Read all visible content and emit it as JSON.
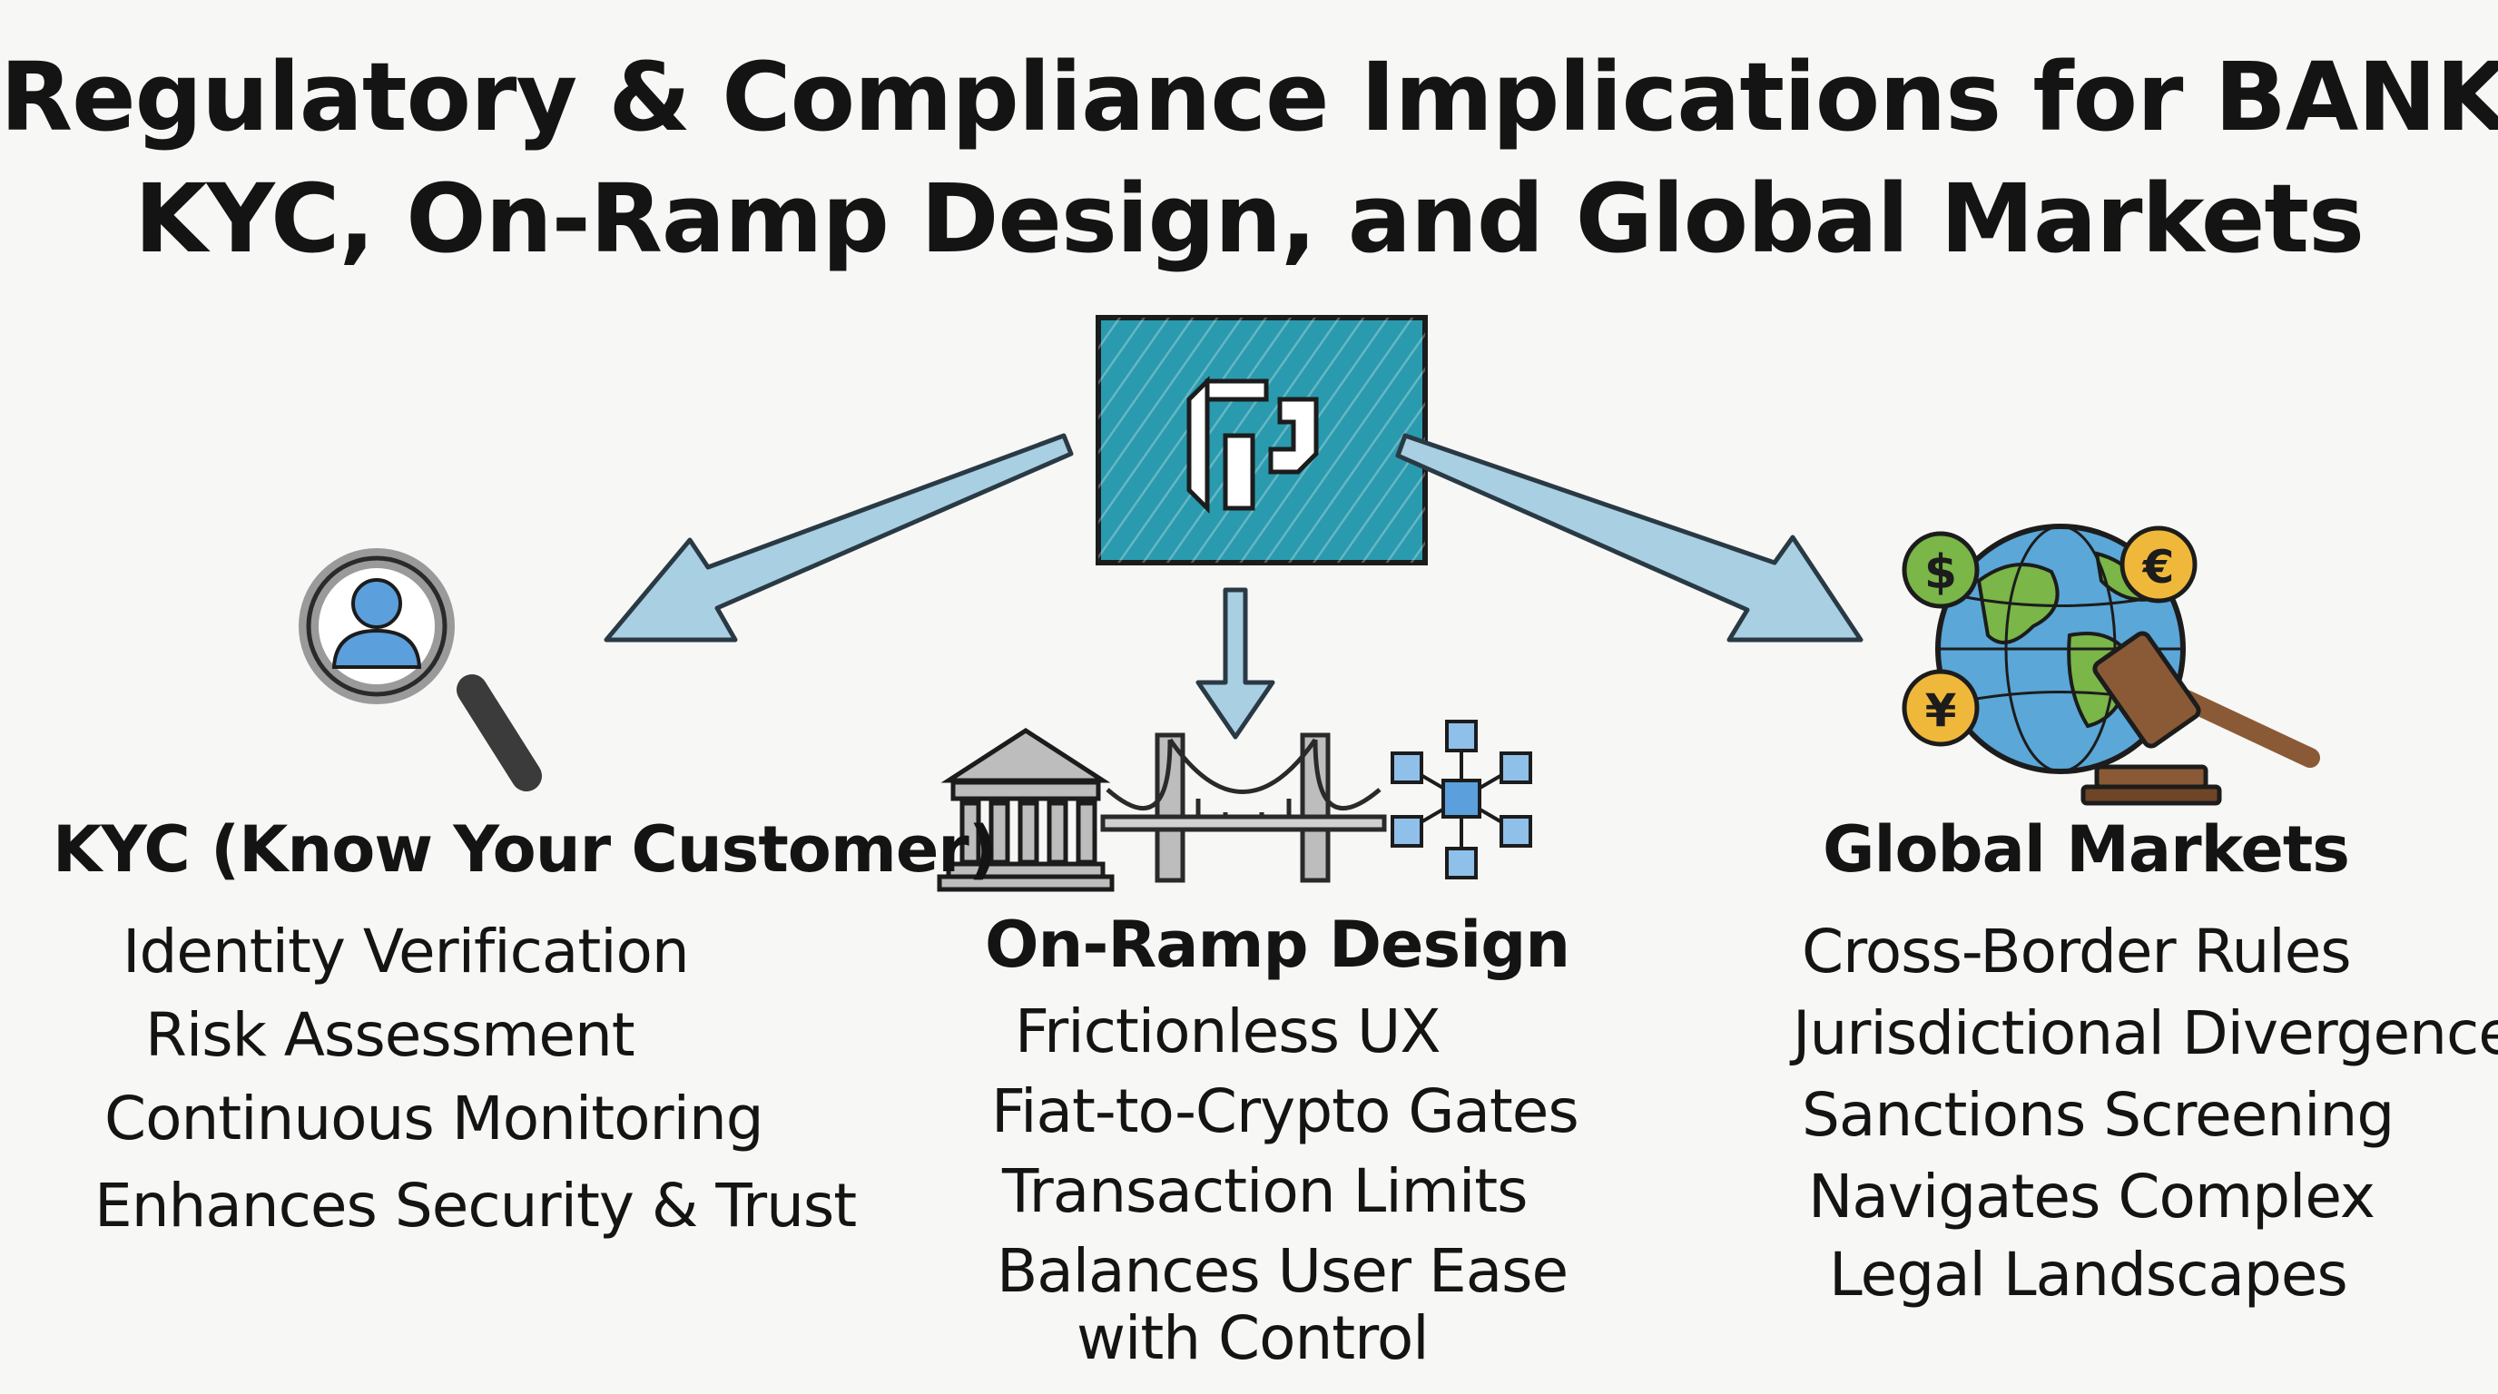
{
  "title": {
    "line1": "Regulatory & Compliance Implications for BANK:",
    "line2": "KYC, On-Ramp Design, and Global Markets"
  },
  "icons": {
    "center_logo": "bank-logo-icon",
    "kyc": "magnifier-person-icon",
    "onramp": [
      "bank-building-icon",
      "bridge-icon",
      "blockchain-icon"
    ],
    "global": [
      "globe-icon",
      "dollar-coin-icon",
      "euro-coin-icon",
      "yen-coin-icon",
      "gavel-icon"
    ]
  },
  "colors": {
    "logo_teal": "#2a9aae",
    "arrow_fill": "#a9cfe3",
    "icon_blue": "#5b9fdc",
    "coin_gold": "#f0b83a",
    "gavel_brown": "#8a5a36",
    "globe_green": "#7ab648"
  },
  "kyc": {
    "heading": "KYC (Know Your Customer)",
    "items": [
      "Identity Verification",
      "Risk Assessment",
      "Continuous Monitoring",
      "Enhances Security & Trust"
    ]
  },
  "onramp": {
    "heading": "On-Ramp Design",
    "items": [
      "Frictionless UX",
      "Fiat-to-Crypto Gates",
      "Transaction Limits",
      "Balances User Ease",
      "with Control"
    ]
  },
  "global": {
    "heading": "Global Markets",
    "items": [
      "Cross-Border Rules",
      "Jurisdictional Divergence",
      "Sanctions Screening",
      "Navigates Complex",
      "Legal Landscapes"
    ]
  }
}
